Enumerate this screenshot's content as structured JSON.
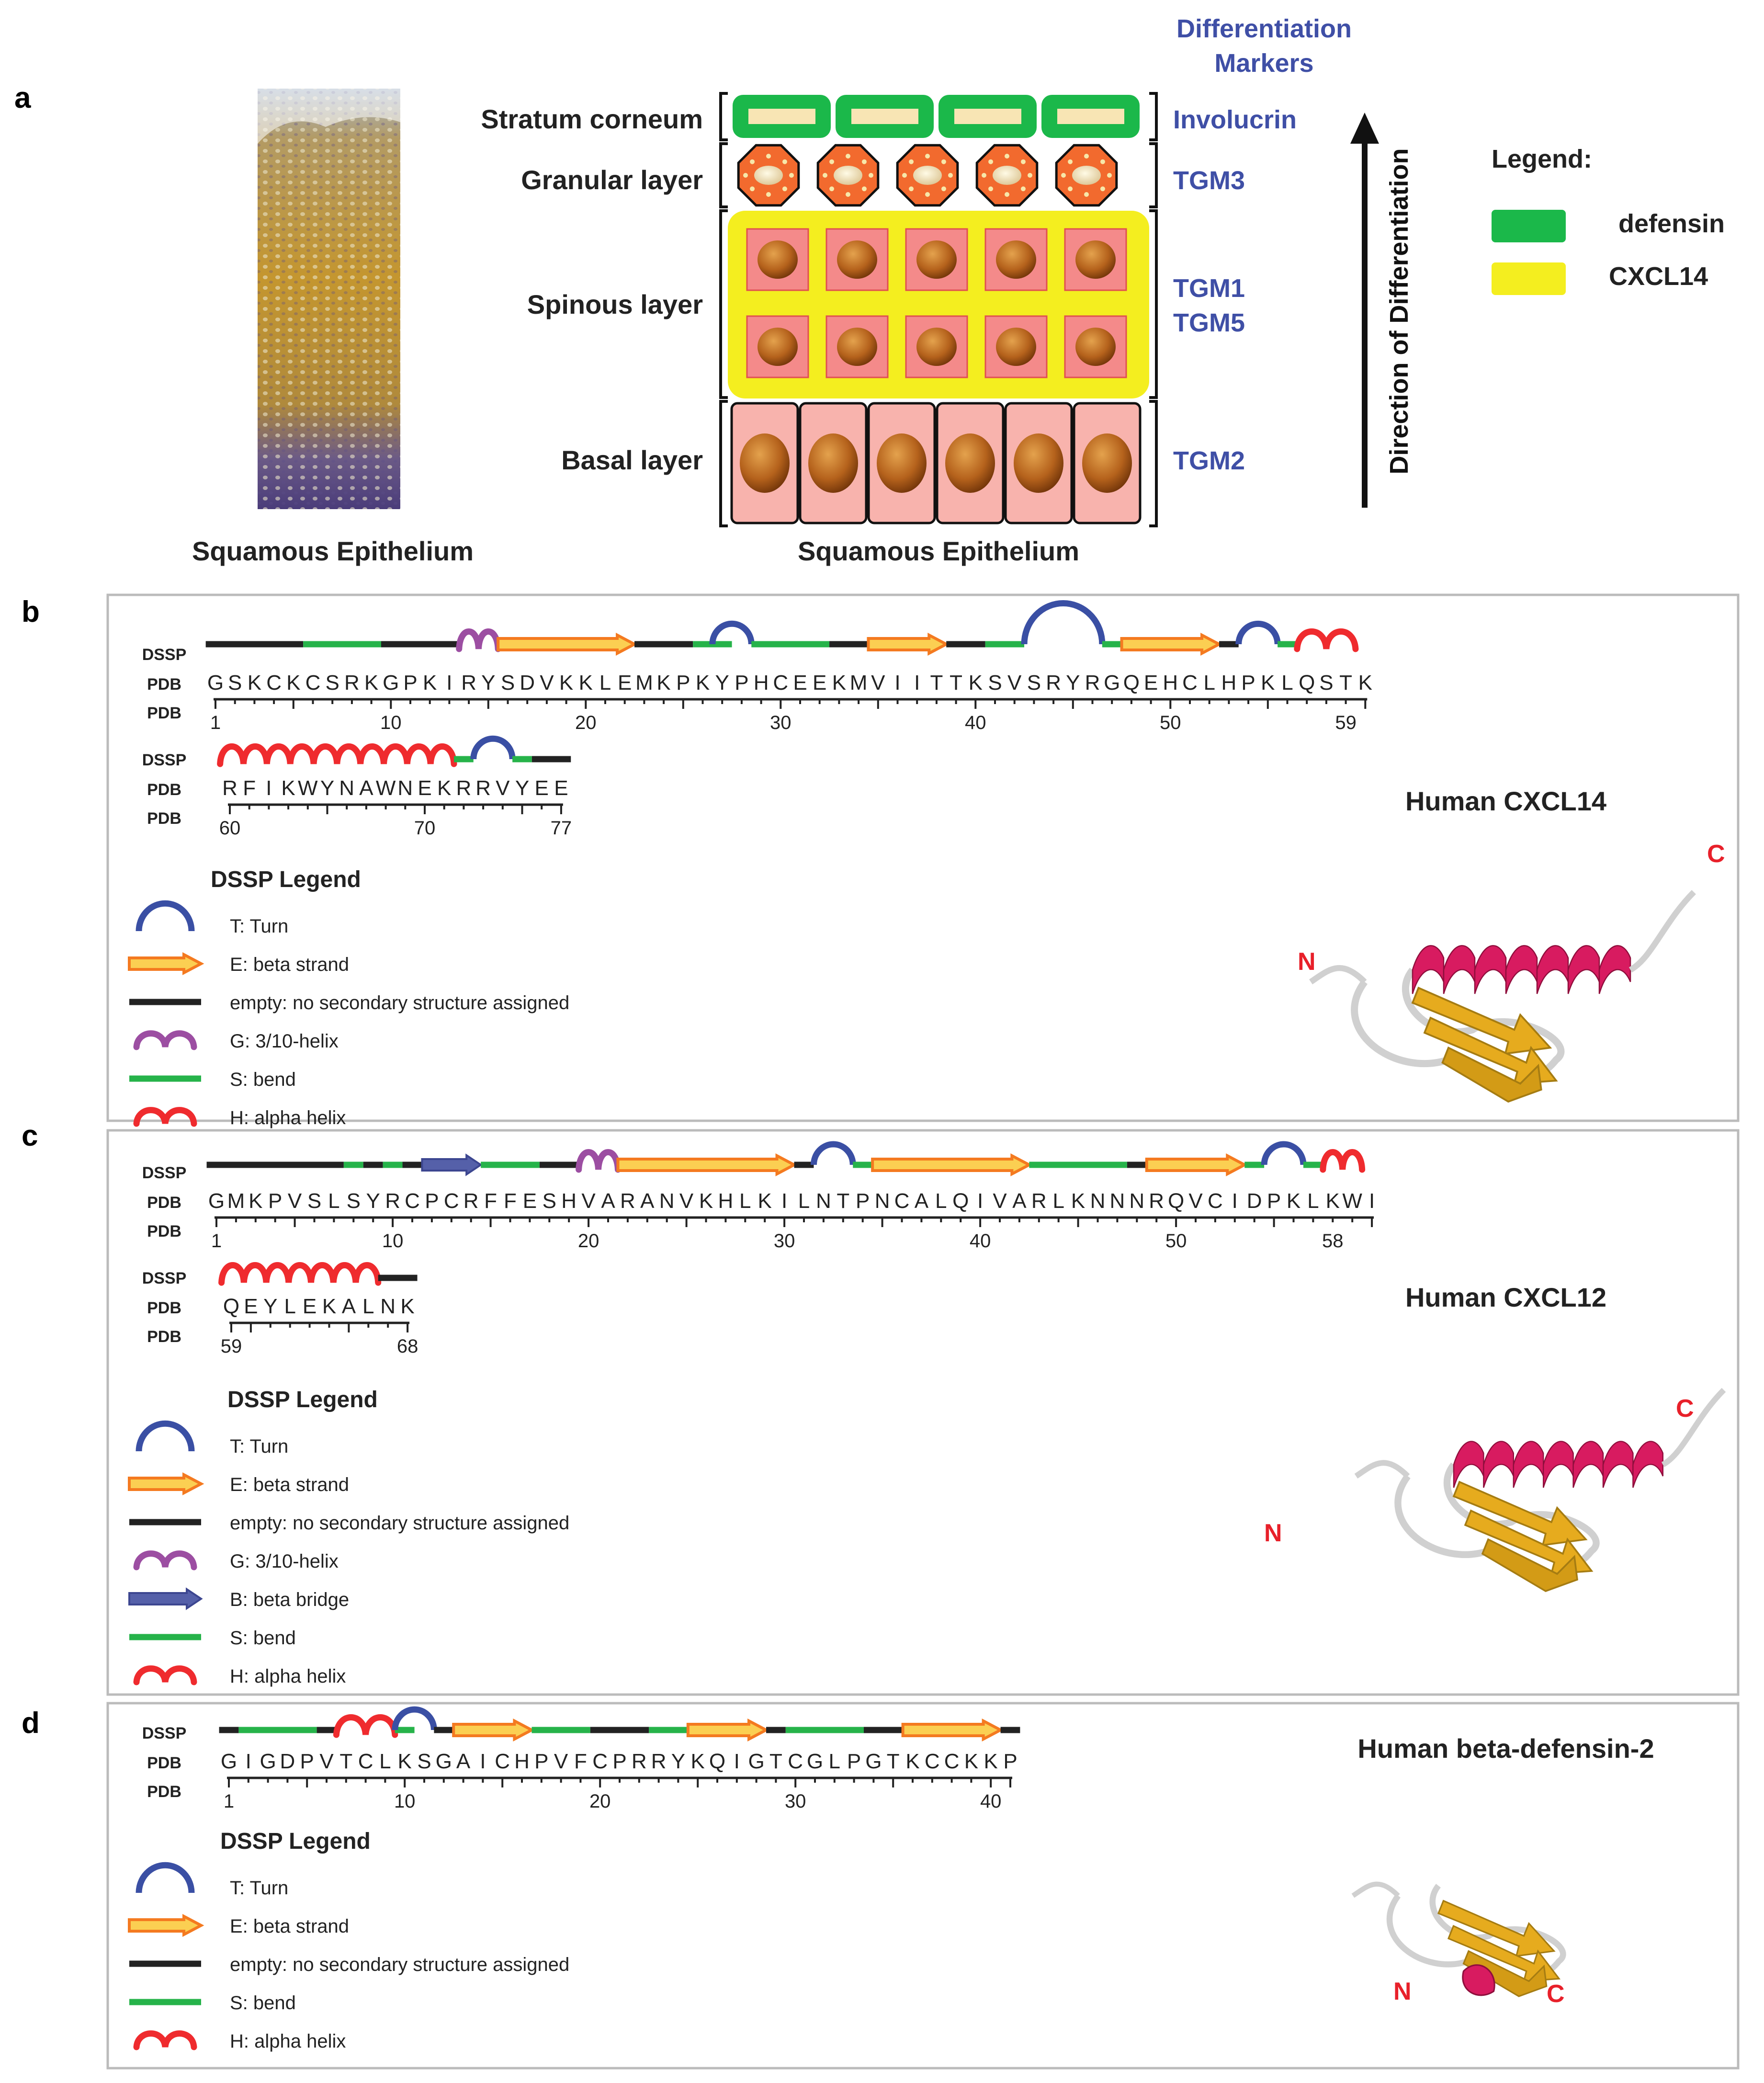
{
  "colors": {
    "marker_blue": "#3f4fa6",
    "defensin_green": "#1bb84a",
    "cxcl14_yellow": "#f4ee1f",
    "turn_blue": "#3a4fa4",
    "strand_orange": "#f47a20",
    "strand_fill": "#fbcf52",
    "bend_green": "#26b34a",
    "g310_purple": "#9c4ea2",
    "helix_red": "#ef2b2e",
    "bridge_blue": "#5560a9",
    "cartoon_helix": "#d81b60",
    "cartoon_sheet": "#e6ab1e",
    "terminus_red": "#e8202a"
  },
  "panel_a": {
    "label": "a",
    "header_line1": "Differentiation",
    "header_line2": "Markers",
    "layers": [
      {
        "name": "Stratum corneum",
        "marker": "Involucrin"
      },
      {
        "name": "Granular layer",
        "marker": "TGM3"
      },
      {
        "name": "Spinous layer",
        "marker": "TGM1",
        "marker2": "TGM5"
      },
      {
        "name": "Basal layer",
        "marker": "TGM2"
      }
    ],
    "caption_left": "Squamous Epithelium",
    "caption_right": "Squamous Epithelium",
    "arrow_label": "Direction of Differentiation",
    "legend_title": "Legend:",
    "legend_items": [
      {
        "label": "defensin",
        "color": "#1bb84a"
      },
      {
        "label": "CXCL14",
        "color": "#f4ee1f"
      }
    ]
  },
  "row_labels": {
    "dssp": "DSSP",
    "pdb": "PDB",
    "pdb2": "PDB"
  },
  "panel_b": {
    "label": "b",
    "protein": "Human CXCL14",
    "line1": {
      "seq": "GSKCKCSRKGPKIRYSDVKKLEMKPKYPHCEEKMVIITTKSVSRYRGQEHCLHPKLQSTK",
      "ticks": [
        "1",
        "10",
        "20",
        "30",
        "40",
        "50",
        "59"
      ]
    },
    "line2": {
      "seq": "RFIKWYNAWNEKRRVYEE",
      "ticks": [
        "60",
        "70",
        "77"
      ]
    },
    "legend_title": "DSSP Legend",
    "legend": [
      "T: Turn",
      "E: beta strand",
      "empty: no secondary structure assigned",
      "G: 3/10-helix",
      "S: bend",
      "H: alpha helix"
    ],
    "n_label": "N",
    "c_label": "C"
  },
  "panel_c": {
    "label": "c",
    "protein": "Human CXCL12",
    "line1": {
      "seq": "GMKPVSLSYRCPCRFFESHVARANVKHLKILNTPNCALQIVARLKNNNRQVCIDPKLKWI",
      "ticks": [
        "1",
        "10",
        "20",
        "30",
        "40",
        "50",
        "58"
      ]
    },
    "line2": {
      "seq": "QEYLEKALNK",
      "ticks": [
        "59",
        "68"
      ]
    },
    "legend_title": "DSSP Legend",
    "legend": [
      "T: Turn",
      "E: beta strand",
      "empty: no secondary structure assigned",
      "G: 3/10-helix",
      "B: beta bridge",
      "S: bend",
      "H: alpha helix"
    ],
    "n_label": "N",
    "c_label": "C"
  },
  "panel_d": {
    "label": "d",
    "protein": "Human beta-defensin-2",
    "line1": {
      "seq": "GIGDPVTCLKSGAICHPVFCPRRYKQIGTCGLPGTKCCKKP",
      "ticks": [
        "1",
        "10",
        "20",
        "30",
        "40"
      ]
    },
    "legend_title": "DSSP Legend",
    "legend": [
      "T: Turn",
      "E: beta strand",
      "empty: no secondary structure assigned",
      "S: bend",
      "H: alpha helix"
    ],
    "n_label": "N",
    "c_label": "C"
  }
}
